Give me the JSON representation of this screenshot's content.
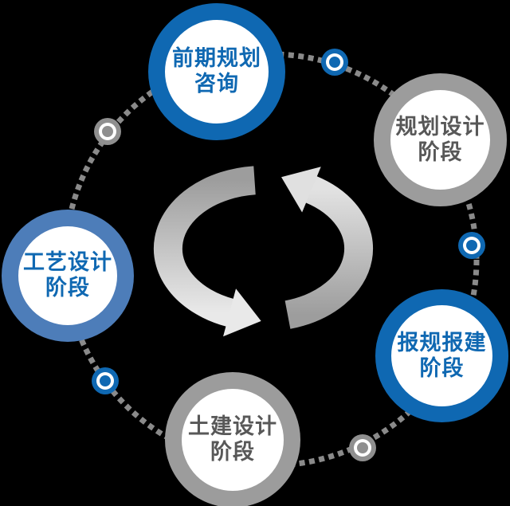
{
  "diagram": {
    "type": "circular-process-cycle",
    "background_color": "#000000",
    "dashed_ring": {
      "color": "#8a8a8a",
      "style": "square-dashes"
    },
    "center_icon": {
      "name": "cycle-arrows",
      "description": "two curved gray arrows forming a continuous cycle",
      "dark_color": "#9d9d9d",
      "light_color": "#e9e9e9"
    },
    "palette": {
      "strong_blue": "#0f68b2",
      "slate_blue": "#4d7db9",
      "ring_gray": "#9c9c9c",
      "text_gray": "#585858",
      "dot_gray": "#8f8f8f",
      "white": "#ffffff"
    },
    "nodes": [
      {
        "id": "preliminary-planning-consulting",
        "label": "前期规划咨询",
        "lines": [
          "前期规划",
          "咨询"
        ],
        "position": "top",
        "ring_color": "#0f68b2",
        "text_color": "#0f68b2",
        "fill": "#ffffff"
      },
      {
        "id": "planning-design-stage",
        "label": "规划设计阶段",
        "lines": [
          "规划设计",
          "阶段"
        ],
        "position": "upper-right",
        "ring_color": "#9c9c9c",
        "text_color": "#585858",
        "fill": "#ffffff"
      },
      {
        "id": "approval-submission-stage",
        "label": "报规报建阶段",
        "lines": [
          "报规报建",
          "阶段"
        ],
        "position": "lower-right",
        "ring_color": "#0f68b2",
        "text_color": "#0f68b2",
        "fill": "#ffffff"
      },
      {
        "id": "civil-design-stage",
        "label": "土建设计阶段",
        "lines": [
          "土建设计",
          "阶段"
        ],
        "position": "bottom",
        "ring_color": "#9c9c9c",
        "text_color": "#585858",
        "fill": "#ffffff"
      },
      {
        "id": "process-design-stage",
        "label": "工艺设计阶段",
        "lines": [
          "工艺设计",
          "阶段"
        ],
        "position": "left",
        "ring_color": "#4d7db9",
        "text_color": "#0f68b2",
        "fill": "#ffffff"
      }
    ],
    "connector_dots": [
      {
        "between": [
          "前期规划咨询",
          "规划设计阶段"
        ],
        "position": "top-right",
        "color": "#0f68b2"
      },
      {
        "between": [
          "规划设计阶段",
          "报规报建阶段"
        ],
        "position": "right",
        "color": "#0f68b2"
      },
      {
        "between": [
          "报规报建阶段",
          "土建设计阶段"
        ],
        "position": "bottom-right",
        "color": "#8f8f8f"
      },
      {
        "between": [
          "土建设计阶段",
          "工艺设计阶段"
        ],
        "position": "bottom-left",
        "color": "#0f68b2"
      },
      {
        "between": [
          "工艺设计阶段",
          "前期规划咨询"
        ],
        "position": "top-left",
        "color": "#8f8f8f"
      }
    ]
  }
}
